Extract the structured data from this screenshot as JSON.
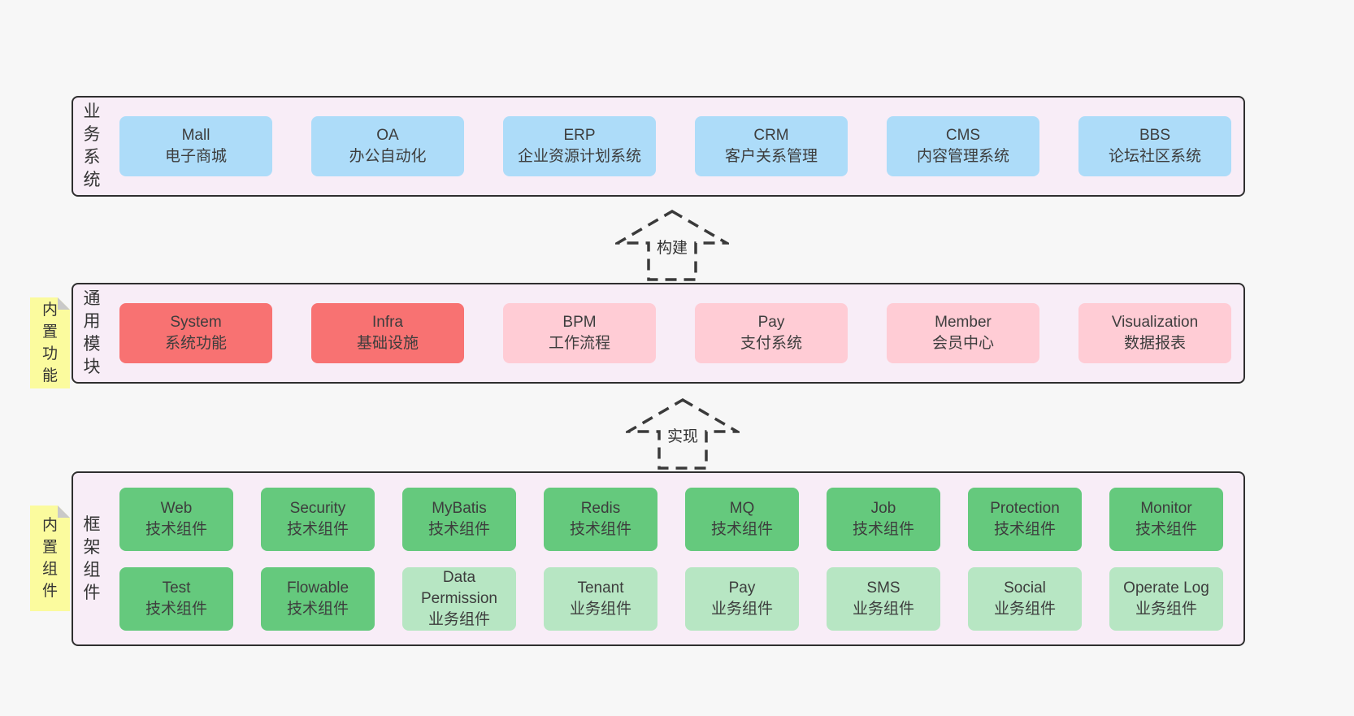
{
  "colors": {
    "page-bg": "#f7f7f7",
    "panel-bg": "#f8edf7",
    "panel-border": "#2f2f2f",
    "blue": "#addcf9",
    "red": "#f87272",
    "pink": "#ffccd5",
    "green": "#65c97d",
    "green-light": "#b7e6c3",
    "note-yellow": "#fbfb9e",
    "note-fold": "#c9c9c9",
    "text": "#3d3d3d",
    "arrow": "#3a3a3a"
  },
  "notes": [
    {
      "text": "内置功能"
    },
    {
      "text": "内置组件"
    }
  ],
  "arrows": [
    {
      "label": "构建"
    },
    {
      "label": "实现"
    }
  ],
  "sections": [
    {
      "side_label": "业务系统",
      "boxes": [
        {
          "title": "Mall",
          "subtitle": "电子商城"
        },
        {
          "title": "OA",
          "subtitle": "办公自动化"
        },
        {
          "title": "ERP",
          "subtitle": "企业资源计划系统"
        },
        {
          "title": "CRM",
          "subtitle": "客户关系管理"
        },
        {
          "title": "CMS",
          "subtitle": "内容管理系统"
        },
        {
          "title": "BBS",
          "subtitle": "论坛社区系统"
        }
      ]
    },
    {
      "side_label": "通用模块",
      "boxes": [
        {
          "title": "System",
          "subtitle": "系统功能"
        },
        {
          "title": "Infra",
          "subtitle": "基础设施"
        },
        {
          "title": "BPM",
          "subtitle": "工作流程"
        },
        {
          "title": "Pay",
          "subtitle": "支付系统"
        },
        {
          "title": "Member",
          "subtitle": "会员中心"
        },
        {
          "title": "Visualization",
          "subtitle": "数据报表"
        }
      ]
    },
    {
      "side_label": "框架组件",
      "rows": [
        [
          {
            "title": "Web",
            "subtitle": "技术组件"
          },
          {
            "title": "Security",
            "subtitle": "技术组件"
          },
          {
            "title": "MyBatis",
            "subtitle": "技术组件"
          },
          {
            "title": "Redis",
            "subtitle": "技术组件"
          },
          {
            "title": "MQ",
            "subtitle": "技术组件"
          },
          {
            "title": "Job",
            "subtitle": "技术组件"
          },
          {
            "title": "Protection",
            "subtitle": "技术组件"
          },
          {
            "title": "Monitor",
            "subtitle": "技术组件"
          }
        ],
        [
          {
            "title": "Test",
            "subtitle": "技术组件"
          },
          {
            "title": "Flowable",
            "subtitle": "技术组件"
          },
          {
            "title": "Data Permission",
            "subtitle": "业务组件"
          },
          {
            "title": "Tenant",
            "subtitle": "业务组件"
          },
          {
            "title": "Pay",
            "subtitle": "业务组件"
          },
          {
            "title": "SMS",
            "subtitle": "业务组件"
          },
          {
            "title": "Social",
            "subtitle": "业务组件"
          },
          {
            "title": "Operate Log",
            "subtitle": "业务组件"
          }
        ]
      ]
    }
  ]
}
